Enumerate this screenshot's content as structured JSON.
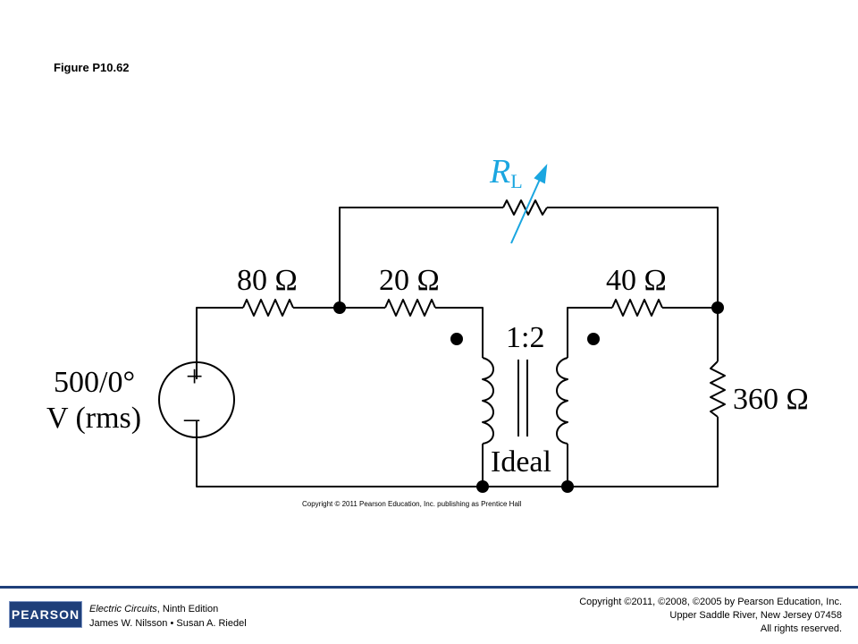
{
  "figure": {
    "title": "Figure P10.62"
  },
  "circuit": {
    "source_value": "500/0°",
    "source_unit": "V (rms)",
    "source_plus": "+",
    "source_minus": "–",
    "r1": "80 Ω",
    "r2": "20 Ω",
    "r3": "40 Ω",
    "r4": "360 Ω",
    "rl_main": "R",
    "rl_sub": "L",
    "turns_ratio": "1:2",
    "transformer_label": "Ideal",
    "copyright": "Copyright © 2011 Pearson Education, Inc. publishing as Prentice Hall",
    "colors": {
      "rl_accent": "#1aa6e0",
      "wire": "#000000"
    }
  },
  "footer": {
    "logo": "PEARSON",
    "book_title": "Electric Circuits",
    "book_edition": ", Ninth Edition",
    "authors": "James W. Nilsson • Susan A. Riedel",
    "copyright_line1": "Copyright ©2011, ©2008, ©2005 by Pearson Education, Inc.",
    "copyright_line2": "Upper Saddle River, New Jersey 07458",
    "copyright_line3": "All rights reserved.",
    "rule_color": "#1f3f7a"
  }
}
